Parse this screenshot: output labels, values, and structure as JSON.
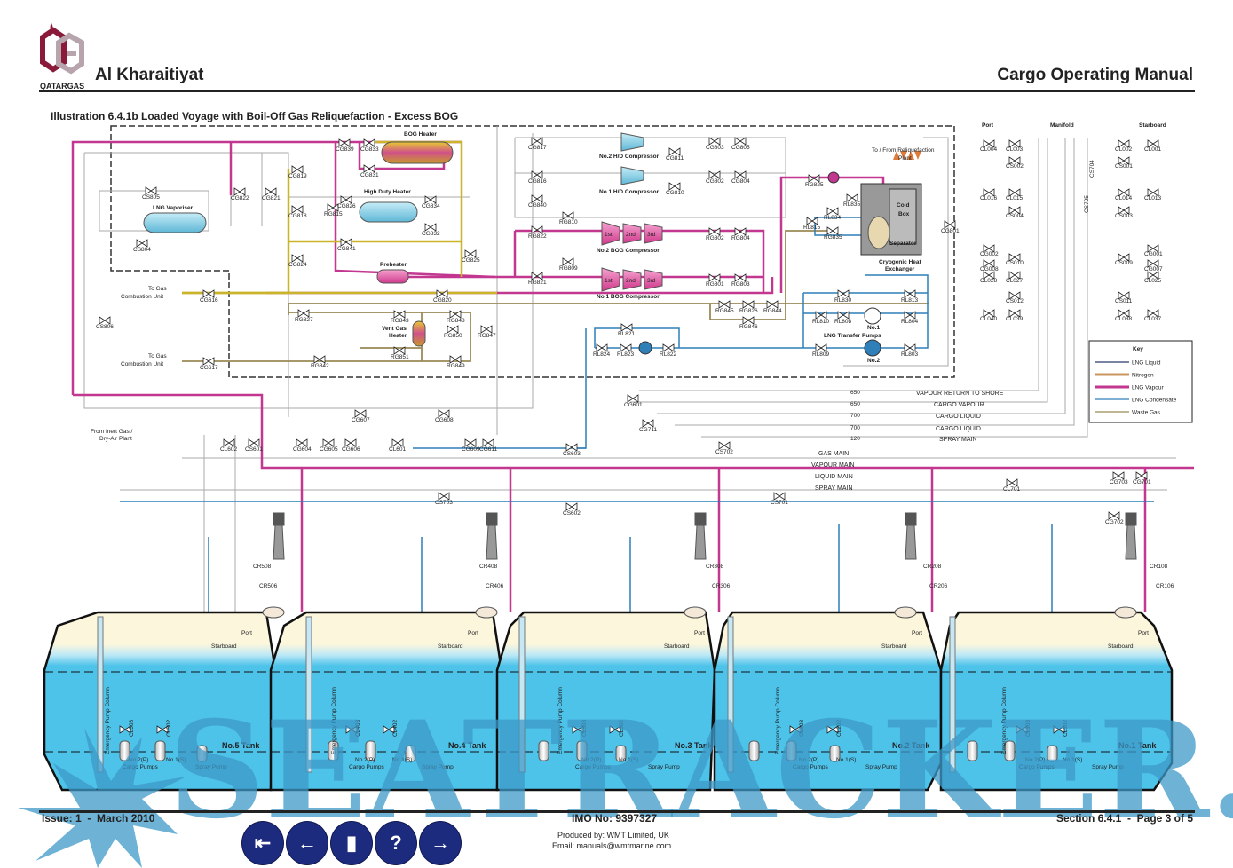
{
  "header": {
    "logo_text": "QATARGAS",
    "brand": "Al Kharaitiyat",
    "manual_title": "Cargo Operating Manual",
    "illustration_title": "Illustration 6.4.1b Loaded Voyage with Boil-Off Gas Reliquefaction - Excess BOG"
  },
  "legend": {
    "title": "Key",
    "items": [
      {
        "label": "LNG Liquid",
        "color": "#2b3a6b"
      },
      {
        "label": "Nitrogen",
        "color": "#c8955e"
      },
      {
        "label": "LNG Vapour",
        "color": "#c2378f"
      },
      {
        "label": "LNG Condensate",
        "color": "#2f7fb8"
      },
      {
        "label": "Waste Gas",
        "color": "#9a8a55"
      }
    ]
  },
  "equipment": {
    "bog_heater": "BOG Heater",
    "high_duty_heater": "High Duty Heater",
    "lng_vaporiser": "LNG Vaporiser",
    "preheater": "Preheater",
    "vent_gas_heater_1": "Vent Gas",
    "vent_gas_heater_2": "Heater",
    "hd_compressor_2": "No.2 H/D Compressor",
    "hd_compressor_1": "No.1 H/D Compressor",
    "bog_compressor_2": "No.2 BOG Compressor",
    "bog_compressor_1": "No.1 BOG Compressor",
    "stage_1": "1st",
    "stage_2": "2nd",
    "stage_3": "3rd",
    "reliq_plant_1": "To / From Reliquefaction",
    "reliq_plant_2": "Plant",
    "cold_box_1": "Cold",
    "cold_box_2": "Box",
    "separator": "Separator",
    "cryo_hx_1": "Cryogenic Heat",
    "cryo_hx_2": "Exchanger",
    "transfer_pumps": "LNG Transfer Pumps",
    "pump_no1": "No.1",
    "pump_no2": "No.2",
    "gcu_1a": "To Gas",
    "gcu_1b": "Combustion Unit",
    "gcu_2a": "To Gas",
    "gcu_2b": "Combustion Unit",
    "inert_gas_1": "From Inert Gas /",
    "inert_gas_2": "Dry-Air Plant"
  },
  "manifold": {
    "port": "Port",
    "manifold": "Manifold",
    "starboard": "Starboard",
    "valves_left": [
      "CL004",
      "CL003",
      "CS002",
      "CL016",
      "CL015",
      "CS004",
      "CG002",
      "CG008",
      "CS010",
      "CL028",
      "CL027",
      "CS012",
      "CL040",
      "CL039"
    ],
    "valves_right": [
      "CL002",
      "CL001",
      "CS001",
      "CL014",
      "CL013",
      "CS003",
      "CG001",
      "CG007",
      "CS009",
      "CL025",
      "CS011",
      "CL038",
      "CL037"
    ],
    "valves_center": [
      "CS704",
      "CS705"
    ]
  },
  "mains": {
    "vapour_return": {
      "label": "VAPOUR RETURN TO SHORE",
      "size": "650"
    },
    "cargo_vapour": {
      "label": "CARGO VAPOUR",
      "size": "650"
    },
    "cargo_liquid_1": {
      "label": "CARGO LIQUID",
      "size": "700"
    },
    "cargo_liquid_2": {
      "label": "CARGO LIQUID",
      "size": "700"
    },
    "spray_main_top": {
      "label": "SPRAY MAIN",
      "size": "120"
    },
    "gas_main": "GAS MAIN",
    "vapour_main": "VAPOUR MAIN",
    "liquid_main": "LIQUID MAIN",
    "spray_main": "SPRAY MAIN"
  },
  "valves_top": {
    "cg839": "CG839",
    "cg833": "CG833",
    "cg831": "CG831",
    "cg819": "CG819",
    "cs805": "CS805",
    "cs804": "CS804",
    "cg822": "CG822",
    "cg821": "CG821",
    "cg818": "CG818",
    "rg815": "RG815",
    "cg826": "CG826",
    "cg834": "CG834",
    "cg832": "CG832",
    "cg841": "CG841",
    "cg824": "CG824",
    "cg825": "CG825",
    "cg616": "CG616",
    "cg820": "CG820",
    "rg827": "RG827",
    "rg843": "RG843",
    "rg848": "RG848",
    "rg850": "RG850",
    "rg847": "RG847",
    "rg851": "RG851",
    "rg842": "RG842",
    "rg849": "RG849",
    "cg617": "CG617",
    "cs806": "CS806",
    "cg817": "CG817",
    "cg816": "CG816",
    "cg840": "CG840",
    "cg811": "CG811",
    "cg810": "CG810",
    "cg803": "CG803",
    "cg805": "CG805",
    "cg802": "CG802",
    "cg804": "CG804",
    "rg822": "RG822",
    "rg821": "RG821",
    "rg810": "RG810",
    "rg809": "RG809",
    "rg802": "RG802",
    "rg804": "RG804",
    "rg801": "RG801",
    "rg803": "RG803",
    "rg825": "RG825",
    "rl834": "RL834",
    "rl835": "RL835",
    "rg835": "RG835",
    "rl815": "RL815",
    "cg801": "CG801",
    "rg845": "RG845",
    "rg826": "RG826",
    "rg844": "RG844",
    "rg846": "RG846",
    "rl830": "RL830",
    "rl813": "RL813",
    "rl810": "RL810",
    "rl808": "RL808",
    "rl804": "RL804",
    "rl809": "RL809",
    "rl803": "RL803",
    "rl821": "RL821",
    "rl824": "RL824",
    "rl823": "RL823",
    "rl822": "RL822"
  },
  "valves_deck": {
    "cg601": "CG601",
    "cg711": "CG711",
    "cs702": "CS702",
    "cs603": "CS603",
    "cg607": "CG607",
    "cg608": "CG608",
    "cl602": "CL602",
    "cs601": "CS601",
    "cg604": "CG604",
    "cg605": "CG605",
    "cg606": "CG606",
    "cl601": "CL601",
    "cg609": "CG609",
    "cg611": "CG611",
    "cs703": "CS703",
    "cs701": "CS701",
    "cs602": "CS602",
    "cl701": "CL701",
    "cg703": "CG703",
    "cg701": "CG701",
    "cg702": "CG702"
  },
  "tanks": [
    {
      "name": "No.5 Tank",
      "p": "No.2(P)",
      "s": "No.1(S)",
      "pumps": "Cargo Pumps",
      "spray": "Spray Pump",
      "column": "Emergency Pump Column",
      "port": "Port",
      "stbd": "Starboard",
      "cr_a": "CR508",
      "cr_b": "CR506",
      "vp": "CL503",
      "vs": "CL502"
    },
    {
      "name": "No.4 Tank",
      "p": "No.2(P)",
      "s": "No.1(S)",
      "pumps": "Cargo Pumps",
      "spray": "Spray Pump",
      "column": "Emergency Pump Column",
      "port": "Port",
      "stbd": "Starboard",
      "cr_a": "CR408",
      "cr_b": "CR406",
      "vp": "CL403",
      "vs": "CL402"
    },
    {
      "name": "No.3 Tank",
      "p": "No.2(P)",
      "s": "No.1(S)",
      "pumps": "Cargo Pumps",
      "spray": "Spray Pump",
      "column": "Emergency Pump Column",
      "port": "Port",
      "stbd": "Starboard",
      "cr_a": "CR308",
      "cr_b": "CR306",
      "vp": "CL303",
      "vs": "CL302"
    },
    {
      "name": "No.2 Tank",
      "p": "No.2(P)",
      "s": "No.1(S)",
      "pumps": "Cargo Pumps",
      "spray": "Spray Pump",
      "column": "Emergency Pump Column",
      "port": "Port",
      "stbd": "Starboard",
      "cr_a": "CR208",
      "cr_b": "CR206",
      "vp": "CL203",
      "vs": "CL202"
    },
    {
      "name": "No.1 Tank",
      "p": "No.2(P)",
      "s": "No.1(S)",
      "pumps": "Cargo Pumps",
      "spray": "Spray Pump",
      "column": "Emergency Pump Column",
      "port": "Port",
      "stbd": "Starboard",
      "cr_a": "CR108",
      "cr_b": "CR106",
      "vp": "CL103",
      "vs": "CL102"
    }
  ],
  "footer": {
    "issue": "Issue: 1  -  March 2010",
    "imo": "IMO No: 9397327",
    "section": "Section 6.4.1  -  Page 3 of 5",
    "produced": "Produced by: WMT Limited, UK",
    "email": "Email: manuals@wmtmarine.com"
  },
  "nav": {
    "first": "⇤",
    "prev": "←",
    "bookmark": "▮",
    "help": "?",
    "next": "→"
  },
  "watermark": "SEATRACKER.RU",
  "colors": {
    "lng_vapour": "#c2378f",
    "waste_gas": "#9a8a55",
    "fuel_yellow": "#c9b42a",
    "lng_liquid": "#2b3a6b",
    "condensate": "#2f7fb8",
    "tank_blue": "#4ec3ea",
    "nav_blue": "#1d2b7e"
  }
}
